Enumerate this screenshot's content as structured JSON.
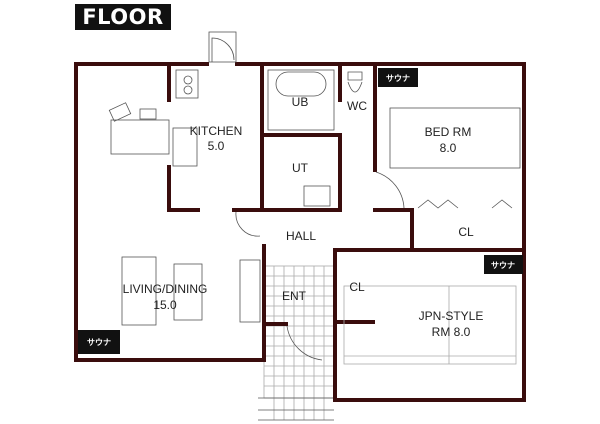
{
  "header": {
    "title": "FLOOR"
  },
  "rooms": {
    "kitchen": {
      "name": "KITCHEN",
      "size": "5.0"
    },
    "ub": "UB",
    "wc": "WC",
    "ut": "UT",
    "bedroom": {
      "name": "BED RM",
      "size": "8.0"
    },
    "hall": "HALL",
    "living": {
      "name": "LIVING/DINING",
      "size": "15.0"
    },
    "entrance": "ENT",
    "closet1": "CL",
    "closet2": "CL",
    "japanese": {
      "name": "JPN-STYLE",
      "size": "RM 8.0"
    }
  },
  "badges": {
    "sauna1": "サウナ",
    "sauna2": "サウナ",
    "sauna3": "サウナ"
  },
  "colors": {
    "wall": "#3a0d0d",
    "badge": "#111111"
  }
}
